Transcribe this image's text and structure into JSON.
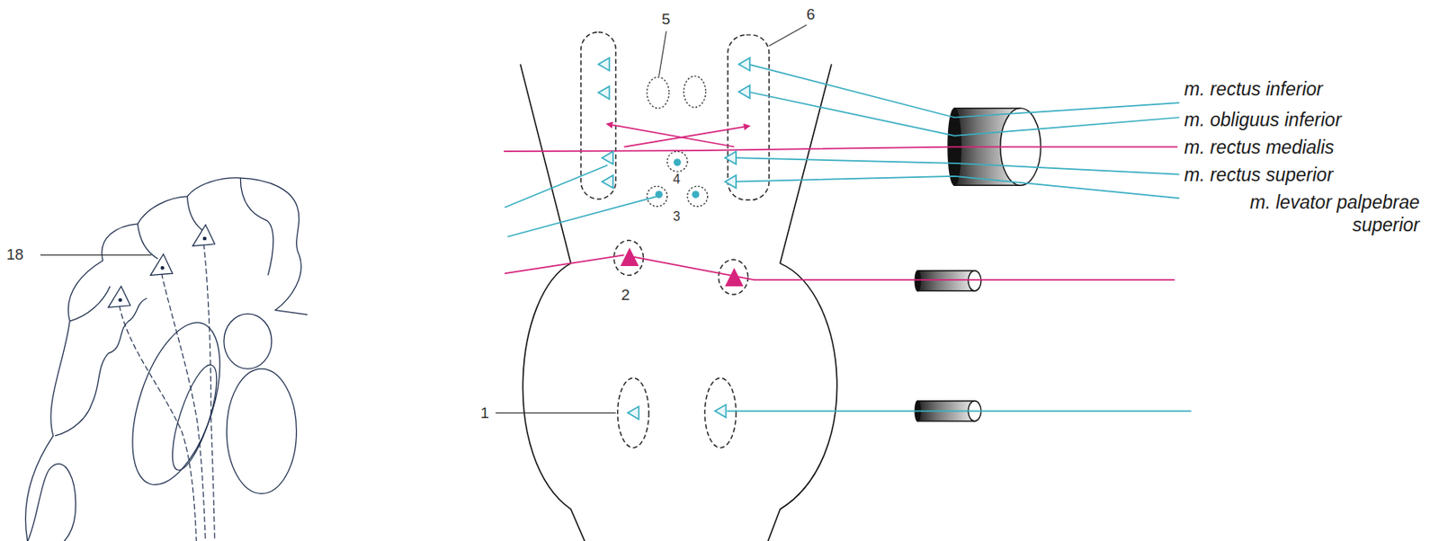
{
  "diagram": {
    "labels": [
      "18",
      "5",
      "6",
      "4",
      "3",
      "2",
      "1",
      "m. rectus inferior",
      "m. obliguus inferior",
      "m. rectus medialis",
      "m. rectus superior",
      "m. levator palpebrae superior"
    ]
  }
}
